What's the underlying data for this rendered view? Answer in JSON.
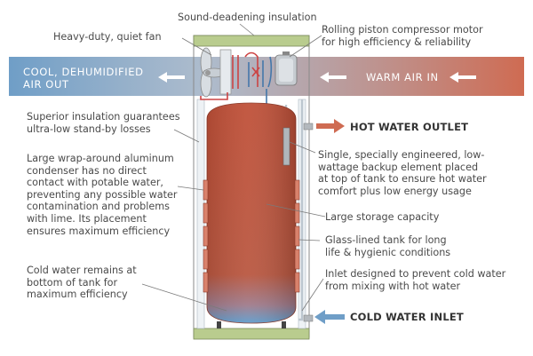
{
  "band": {
    "left_text": "COOL, DEHUMIDIFIED\nAIR OUT",
    "right_text": "WARM AIR IN",
    "color_cool": "#6f9ec7",
    "color_warm": "#cf6b52"
  },
  "pipes": {
    "hot_outlet": "HOT WATER OUTLET",
    "cold_inlet": "COLD WATER INLET",
    "hot_color": "#cf6b52",
    "cold_color": "#6f9ec7"
  },
  "labels": {
    "sound_insulation": "Sound-deadening insulation",
    "fan": "Heavy-duty, quiet fan",
    "compressor": "Rolling piston compressor motor\nfor high efficiency & reliability",
    "superior_insulation": "Superior insulation guarantees\nultra-low stand-by losses",
    "condenser": "Large wrap-around aluminum\ncondenser has no direct\ncontact with potable water,\npreventing any possible water\ncontamination and problems\nwith lime. Its placement\nensures maximum efficiency",
    "cold_bottom": "Cold water remains at\nbottom of tank for\nmaximum efficiency",
    "backup_element": "Single, specially engineered, low-\nwattage backup element placed\nat top of tank to ensure hot water\ncomfort plus low energy usage",
    "storage": "Large storage capacity",
    "glass_lined": "Glass-lined tank for long\nlife & hygienic conditions",
    "inlet_design": "Inlet designed to prevent cold water\nfrom mixing with hot water"
  },
  "colors": {
    "tank": "#bf4f37",
    "tank_cold": "#5f9ccc",
    "cabinet_edge": "#b9cc8e",
    "text": "#4a4a4a"
  }
}
